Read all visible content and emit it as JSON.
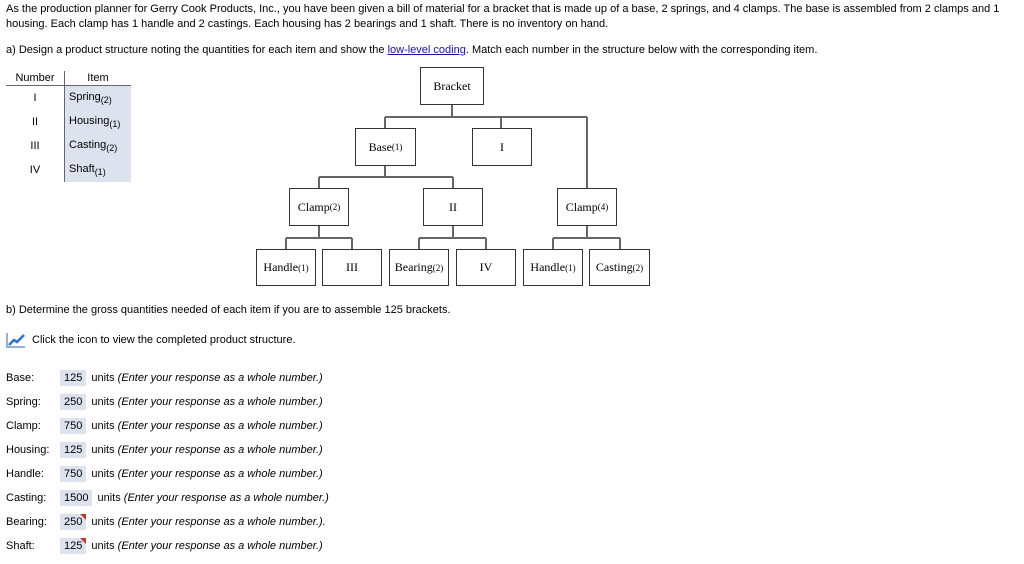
{
  "problem": {
    "intro": "As the production planner for Gerry Cook Products, Inc., you have been given a bill of material for a bracket that is made up of a base, 2 springs, and 4 clamps. The base is assembled from 2 clamps and 1 housing. Each clamp has 1 handle and 2 castings. Each housing has 2 bearings and 1 shaft. There is no inventory on hand.",
    "part_a_pre": "a) Design a product structure noting the quantities for each item and show the ",
    "part_a_link": "low-level coding",
    "part_a_post": ". Match each number in the structure below with the corresponding item.",
    "part_b": "b) Determine the gross quantities needed of each item if you are to assemble 125 brackets.",
    "icon_text": "Click the icon to view the completed product structure."
  },
  "match_table": {
    "headers": [
      "Number",
      "Item"
    ],
    "rows": [
      {
        "n": "I",
        "item": "Spring",
        "q": "(2)"
      },
      {
        "n": "II",
        "item": "Housing",
        "q": "(1)"
      },
      {
        "n": "III",
        "item": "Casting",
        "q": "(2)"
      },
      {
        "n": "IV",
        "item": "Shaft",
        "q": "(1)"
      }
    ]
  },
  "tree": {
    "bracket": "Bracket",
    "base": "Base",
    "base_q": "(1)",
    "i": "I",
    "clamp2": "Clamp",
    "clamp2_q": "(2)",
    "ii": "II",
    "clamp4": "Clamp",
    "clamp4_q": "(4)",
    "handle1": "Handle",
    "handle1_q": "(1)",
    "iii": "III",
    "bearing": "Bearing",
    "bearing_q": "(2)",
    "iv": "IV",
    "handle2": "Handle",
    "handle2_q": "(1)",
    "casting": "Casting",
    "casting_q": "(2)"
  },
  "answers": [
    {
      "label": "Base:",
      "value": "125",
      "units": "units",
      "hint": "(Enter your response as a whole number.)",
      "flag": false
    },
    {
      "label": "Spring:",
      "value": "250",
      "units": "units",
      "hint": "(Enter your response as a whole number.)",
      "flag": false
    },
    {
      "label": "Clamp:",
      "value": "750",
      "units": "units",
      "hint": "(Enter your response as a whole number.)",
      "flag": false
    },
    {
      "label": "Housing:",
      "value": "125",
      "units": "units",
      "hint": "(Enter your response as a whole number.)",
      "flag": false
    },
    {
      "label": "Handle:",
      "value": "750",
      "units": "units",
      "hint": "(Enter your response as a whole number.)",
      "flag": false
    },
    {
      "label": "Casting:",
      "value": "1500",
      "units": "units",
      "hint": "(Enter your response as a whole number.)",
      "flag": false
    },
    {
      "label": "Bearing:",
      "value": "250",
      "units": "units",
      "hint": "(Enter your response as a whole number.).",
      "flag": true
    },
    {
      "label": "Shaft:",
      "value": "125",
      "units": "units",
      "hint": "(Enter your response as a whole number.)",
      "flag": true
    }
  ],
  "colors": {
    "link": "#1a0dab",
    "answer_bg": "#dde3ee",
    "flag": "#c0392b"
  }
}
